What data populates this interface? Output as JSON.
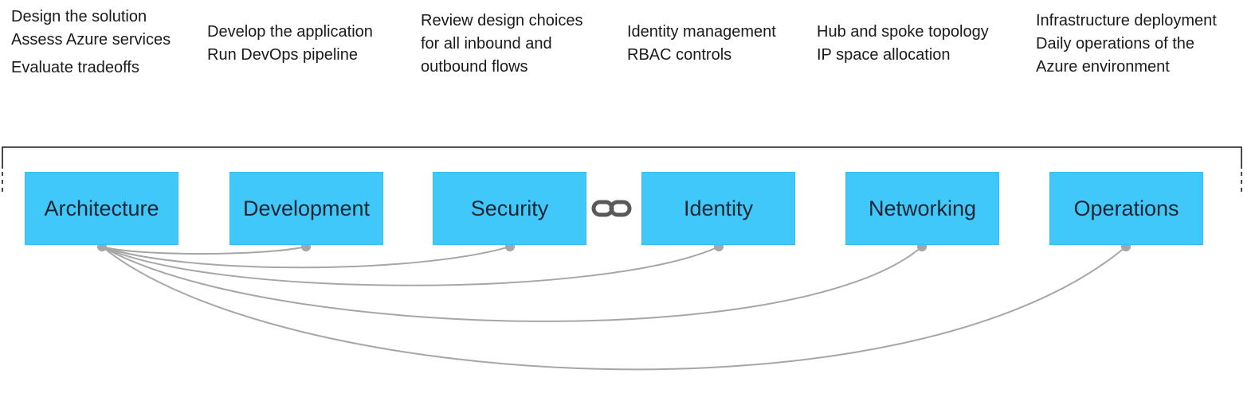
{
  "descriptions": {
    "architecture": [
      "Design the solution",
      "Assess Azure services",
      "Evaluate tradeoffs"
    ],
    "development": [
      "Develop the application",
      "Run DevOps pipeline"
    ],
    "security": [
      "Review design choices",
      "for all inbound and",
      "outbound flows"
    ],
    "identity": [
      "Identity management",
      "RBAC controls"
    ],
    "networking": [
      "Hub and spoke topology",
      "IP space allocation"
    ],
    "operations": [
      "Infrastructure deployment",
      "Daily operations of the",
      "Azure environment"
    ]
  },
  "boxes": {
    "architecture": "Architecture",
    "development": "Development",
    "security": "Security",
    "identity": "Identity",
    "networking": "Networking",
    "operations": "Operations"
  },
  "icons": {
    "link_between_security_identity": "chain-link-icon"
  },
  "colors": {
    "box_fill": "#40c8fb",
    "connector": "#a6a6a6",
    "dot": "#a6a6a6",
    "bracket": "#1a1a1a",
    "link_icon": "#595959"
  }
}
